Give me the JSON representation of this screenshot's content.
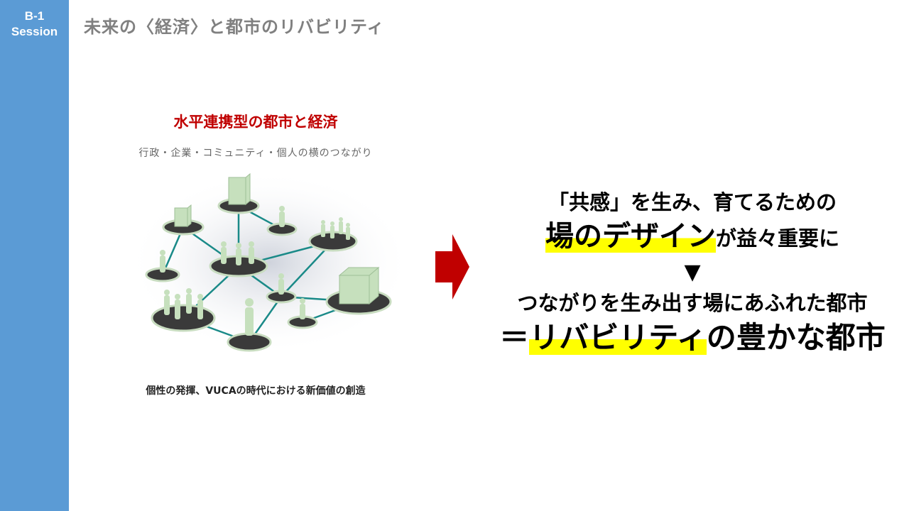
{
  "sidebar": {
    "badge_line1": "B-1",
    "badge_line2": "Session"
  },
  "header": {
    "title": "未来の〈経済〉と都市のリバビリティ"
  },
  "figure": {
    "title": "水平連携型の都市と経済",
    "subtitle": "行政・企業・コミュニティ・個人の横のつながり",
    "caption": "個性の発揮、VUCAの時代における新価値の創造"
  },
  "message": {
    "line1": "「共感」を生み、育てるための",
    "line2_highlight": "場のデザイン",
    "line2_rest": "が益々重要に",
    "down_marker": "▼",
    "line3": "つながりを生み出す場にあふれた都市",
    "line4_prefix": "＝",
    "line4_highlight": "リバビリティ",
    "line4_rest": "の豊かな都市"
  },
  "colors": {
    "sidebar": "#5b9bd5",
    "accent_red": "#c00000",
    "highlight": "#ffff00",
    "network_line": "#1a8a88"
  }
}
